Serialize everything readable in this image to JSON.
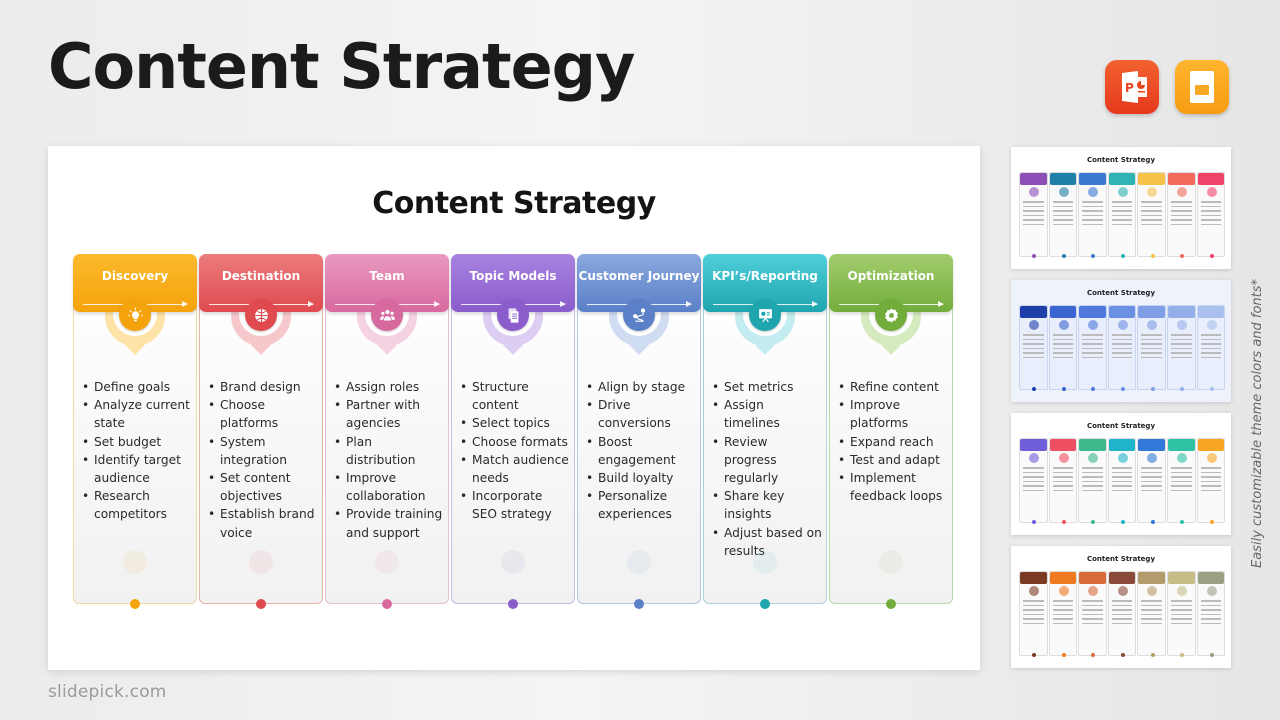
{
  "page": {
    "title": "Content Strategy",
    "side_note": "Easily customizable theme colors and fonts*",
    "brand": "slidepick.com"
  },
  "app_icons": [
    {
      "name": "powerpoint-icon",
      "label": "P",
      "color": "#e8431f"
    },
    {
      "name": "google-slides-icon",
      "color": "#f9a825"
    }
  ],
  "slide": {
    "title": "Content Strategy",
    "columns": [
      {
        "title": "Discovery",
        "icon": "lightbulb-icon",
        "c1": "#fbb92b",
        "c2": "#f5a30d",
        "light": "#fde3a8",
        "border": "#efd9a4",
        "items": [
          "Define goals",
          "Analyze current state",
          "Set budget",
          "Identify target audience",
          "Research competitors"
        ]
      },
      {
        "title": "Destination",
        "icon": "globe-icon",
        "c1": "#ec7c7c",
        "c2": "#df4a4f",
        "light": "#f6c8cb",
        "border": "#e8b4a8",
        "items": [
          "Brand design",
          "Choose platforms",
          "System integration",
          "Set content objectives",
          "Establish brand voice"
        ]
      },
      {
        "title": "Team",
        "icon": "users-icon",
        "c1": "#e99ac0",
        "c2": "#d8699f",
        "light": "#f5d2e2",
        "border": "#e1bfd0",
        "items": [
          "Assign roles",
          "Partner with agencies",
          "Plan distribution",
          "Improve collaboration",
          "Provide training and support"
        ]
      },
      {
        "title": "Topic Models",
        "icon": "documents-icon",
        "c1": "#a983e0",
        "c2": "#8a5ccc",
        "light": "#dccdf2",
        "border": "#cbb9e6",
        "items": [
          "Structure content",
          "Select topics",
          "Choose formats",
          "Match audience needs",
          "Incorporate SEO strategy"
        ]
      },
      {
        "title": "Customer Journey",
        "icon": "route-icon",
        "c1": "#8ba8de",
        "c2": "#5b80c8",
        "light": "#cfdcf1",
        "border": "#b7c6e3",
        "items": [
          "Align by stage",
          "Drive conversions",
          "Boost engagement",
          "Build loyalty",
          "Personalize experiences"
        ]
      },
      {
        "title": "KPI’s/Reporting",
        "icon": "presentation-chart-icon",
        "c1": "#4fcfda",
        "c2": "#1fa5ae",
        "light": "#c2ecef",
        "border": "#a9d3d8",
        "items": [
          "Set metrics",
          "Assign timelines",
          "Review progress regularly",
          "Share key insights",
          "Adjust based on results"
        ]
      },
      {
        "title": "Optimization",
        "icon": "gear-icon",
        "c1": "#a2cd6e",
        "c2": "#72ad3c",
        "light": "#d6eac0",
        "border": "#bcd8a8",
        "items": [
          "Refine content",
          "Improve platforms",
          "Expand reach",
          "Test and adapt",
          "Implement feedback loops"
        ]
      }
    ]
  },
  "thumbnails": [
    {
      "title": "Content Strategy",
      "theme": "default",
      "colors": [
        "#8c4fb8",
        "#1f7fa8",
        "#3a78d1",
        "#2fb3b3",
        "#f6c24a",
        "#f26a5a",
        "#f0436a"
      ]
    },
    {
      "title": "Content Strategy",
      "theme": "blue",
      "colors": [
        "#1e3fa8",
        "#3a64cf",
        "#4f78db",
        "#6b8fe2",
        "#7f9ee6",
        "#94aeea",
        "#a9bfee"
      ]
    },
    {
      "title": "Content Strategy",
      "theme": "default",
      "colors": [
        "#6f5fd8",
        "#f04e63",
        "#3cb88a",
        "#1fb4c9",
        "#3278d9",
        "#2fc2a4",
        "#f6a623"
      ]
    },
    {
      "title": "Content Strategy",
      "theme": "default",
      "colors": [
        "#7b3b22",
        "#f07a20",
        "#d86b3a",
        "#8a4a3a",
        "#b49b6b",
        "#c4bd86",
        "#9aa183"
      ]
    }
  ]
}
